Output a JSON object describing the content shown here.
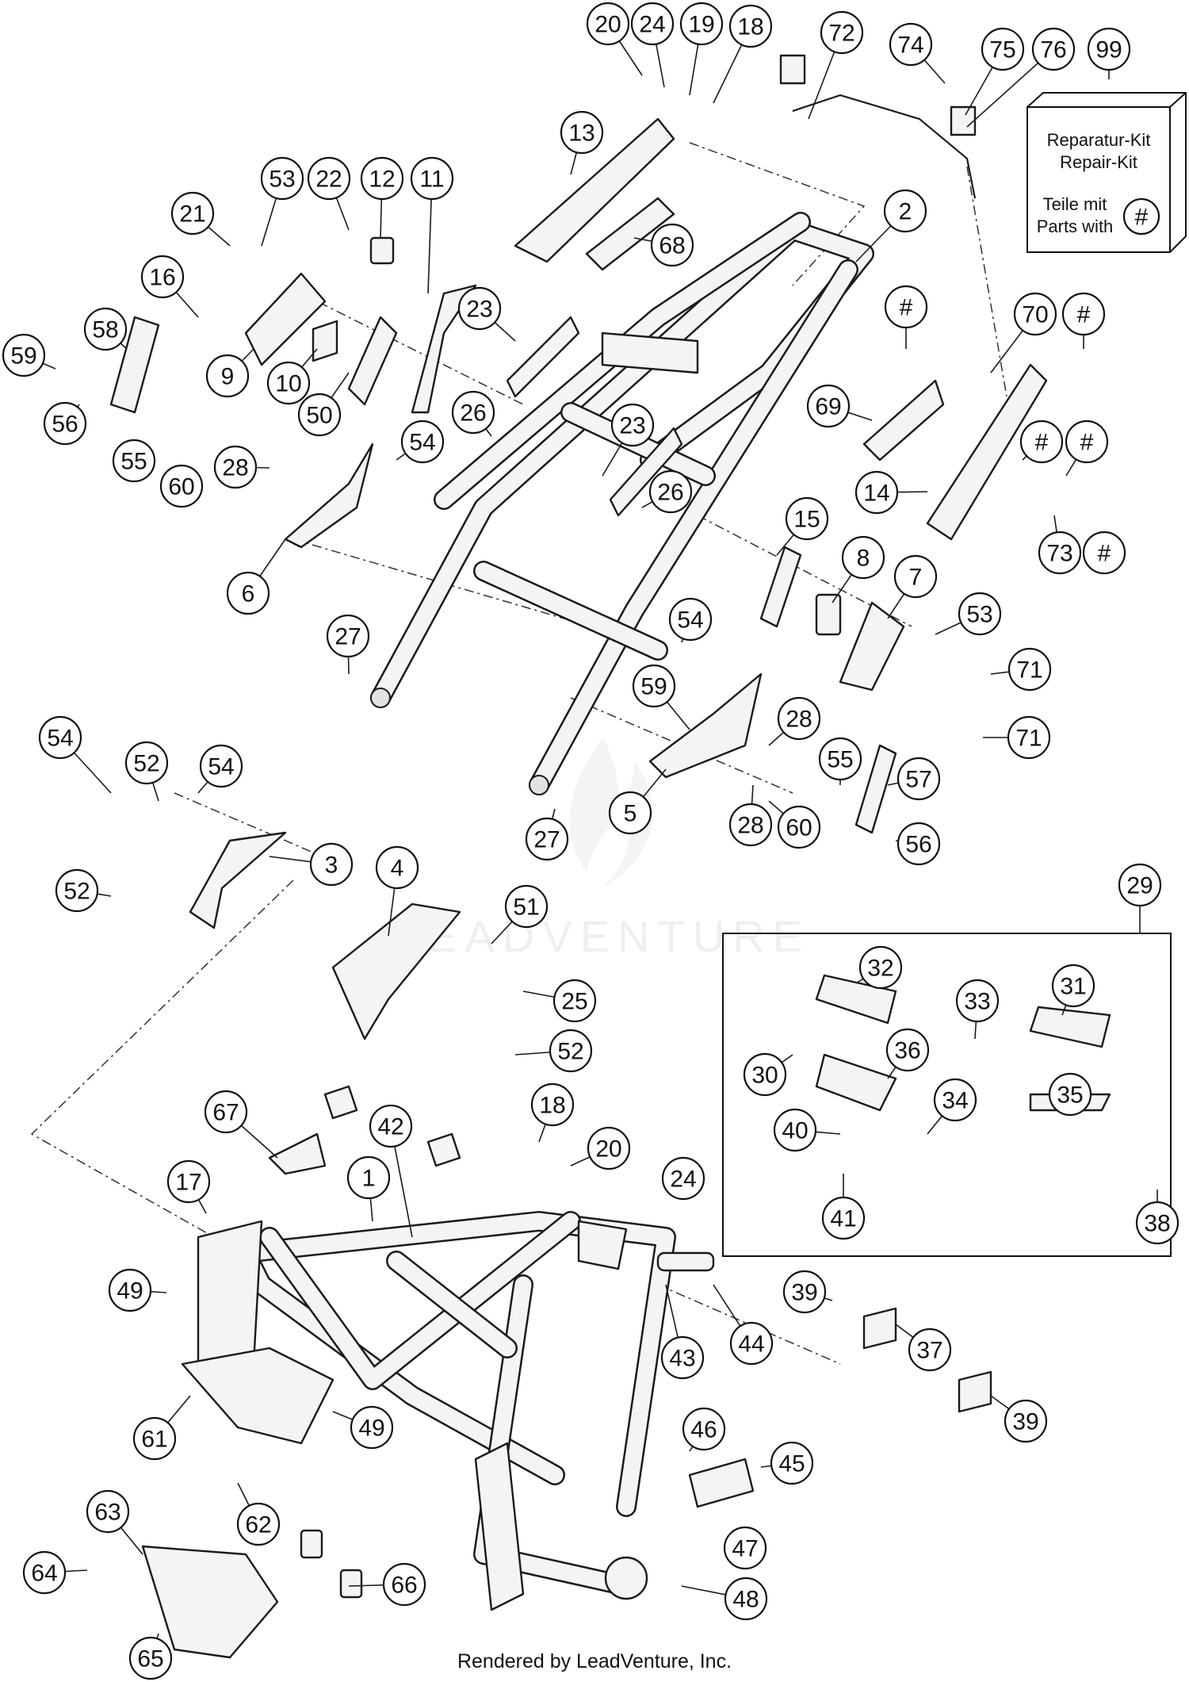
{
  "watermark": "LEADVENTURE",
  "footer": {
    "credit": "Rendered by LeadVenture, Inc."
  },
  "repair_kit": {
    "line1": "Reparatur-Kit",
    "line2": "Repair-Kit",
    "line3": "Teile mit",
    "line4": "Parts with",
    "symbol": "#"
  },
  "callouts": [
    {
      "label": "20"
    },
    {
      "label": "24"
    },
    {
      "label": "19"
    },
    {
      "label": "18"
    },
    {
      "label": "72"
    },
    {
      "label": "74"
    },
    {
      "label": "75"
    },
    {
      "label": "76"
    },
    {
      "label": "99"
    },
    {
      "label": "13"
    },
    {
      "label": "53"
    },
    {
      "label": "22"
    },
    {
      "label": "12"
    },
    {
      "label": "11"
    },
    {
      "label": "2"
    },
    {
      "label": "21"
    },
    {
      "label": "16"
    },
    {
      "label": "68"
    },
    {
      "label": "#"
    },
    {
      "label": "70"
    },
    {
      "label": "#"
    },
    {
      "label": "23"
    },
    {
      "label": "58"
    },
    {
      "label": "59"
    },
    {
      "label": "9"
    },
    {
      "label": "10"
    },
    {
      "label": "50"
    },
    {
      "label": "69"
    },
    {
      "label": "56"
    },
    {
      "label": "26"
    },
    {
      "label": "55"
    },
    {
      "label": "60"
    },
    {
      "label": "54"
    },
    {
      "label": "23"
    },
    {
      "label": "#"
    },
    {
      "label": "#"
    },
    {
      "label": "28"
    },
    {
      "label": "14"
    },
    {
      "label": "26"
    },
    {
      "label": "15"
    },
    {
      "label": "73"
    },
    {
      "label": "#"
    },
    {
      "label": "8"
    },
    {
      "label": "6"
    },
    {
      "label": "7"
    },
    {
      "label": "53"
    },
    {
      "label": "54"
    },
    {
      "label": "27"
    },
    {
      "label": "71"
    },
    {
      "label": "59"
    },
    {
      "label": "28"
    },
    {
      "label": "71"
    },
    {
      "label": "54"
    },
    {
      "label": "52"
    },
    {
      "label": "54"
    },
    {
      "label": "55"
    },
    {
      "label": "57"
    },
    {
      "label": "5"
    },
    {
      "label": "3"
    },
    {
      "label": "27"
    },
    {
      "label": "28"
    },
    {
      "label": "60"
    },
    {
      "label": "56"
    },
    {
      "label": "52"
    },
    {
      "label": "4"
    },
    {
      "label": "29"
    },
    {
      "label": "51"
    },
    {
      "label": "32"
    },
    {
      "label": "25"
    },
    {
      "label": "31"
    },
    {
      "label": "33"
    },
    {
      "label": "52"
    },
    {
      "label": "36"
    },
    {
      "label": "30"
    },
    {
      "label": "34"
    },
    {
      "label": "35"
    },
    {
      "label": "67"
    },
    {
      "label": "42"
    },
    {
      "label": "18"
    },
    {
      "label": "40"
    },
    {
      "label": "20"
    },
    {
      "label": "17"
    },
    {
      "label": "1"
    },
    {
      "label": "24"
    },
    {
      "label": "41"
    },
    {
      "label": "38"
    },
    {
      "label": "49"
    },
    {
      "label": "39"
    },
    {
      "label": "43"
    },
    {
      "label": "44"
    },
    {
      "label": "37"
    },
    {
      "label": "39"
    },
    {
      "label": "49"
    },
    {
      "label": "61"
    },
    {
      "label": "46"
    },
    {
      "label": "45"
    },
    {
      "label": "62"
    },
    {
      "label": "63"
    },
    {
      "label": "47"
    },
    {
      "label": "64"
    },
    {
      "label": "66"
    },
    {
      "label": "48"
    },
    {
      "label": "65"
    }
  ]
}
